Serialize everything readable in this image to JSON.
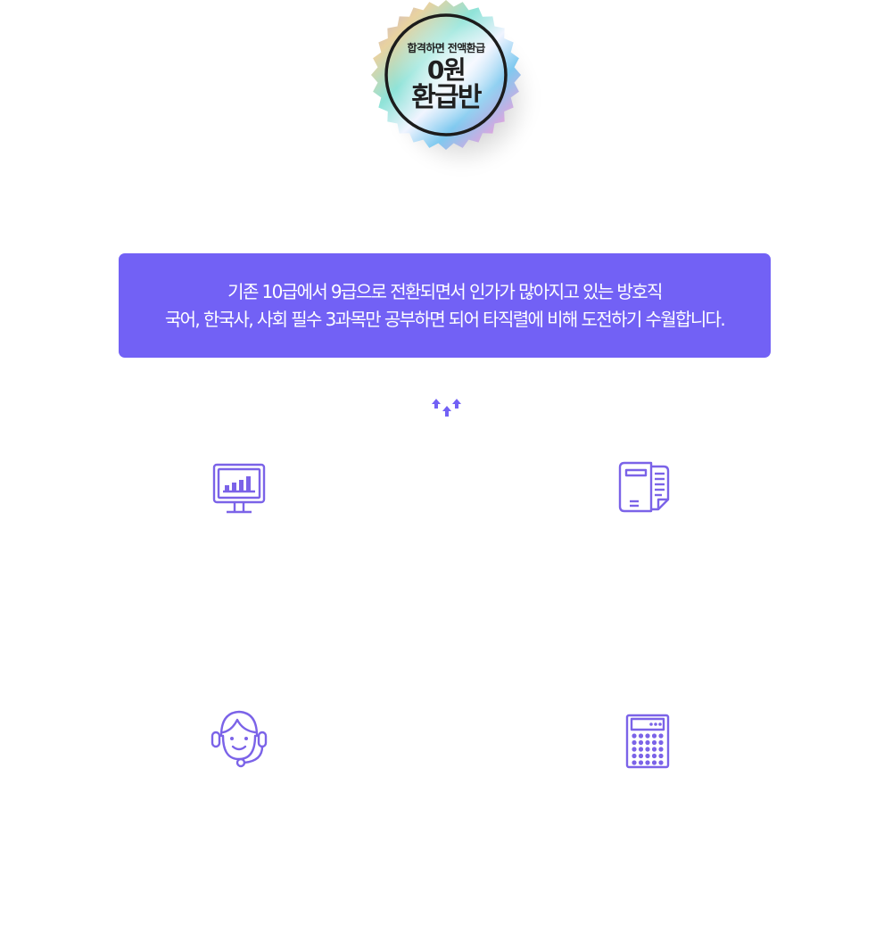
{
  "badge": {
    "small_text": "합격하면 전액환급",
    "line1": "0원",
    "line2": "환급반"
  },
  "notice": {
    "line1": "기존 10급에서 9급으로 전환되면서 인가가 많아지고 있는 방호직",
    "line2": "국어, 한국사, 사회 필수 3과목만 공부하면 되어 타직렬에 비해 도전하기 수월합니다."
  },
  "colors": {
    "accent": "#7261f5",
    "icon": "#7b63e8"
  },
  "icons": [
    "arrows-up-icon",
    "monitor-chart-icon",
    "document-icon",
    "headset-agent-icon",
    "calculator-icon"
  ]
}
